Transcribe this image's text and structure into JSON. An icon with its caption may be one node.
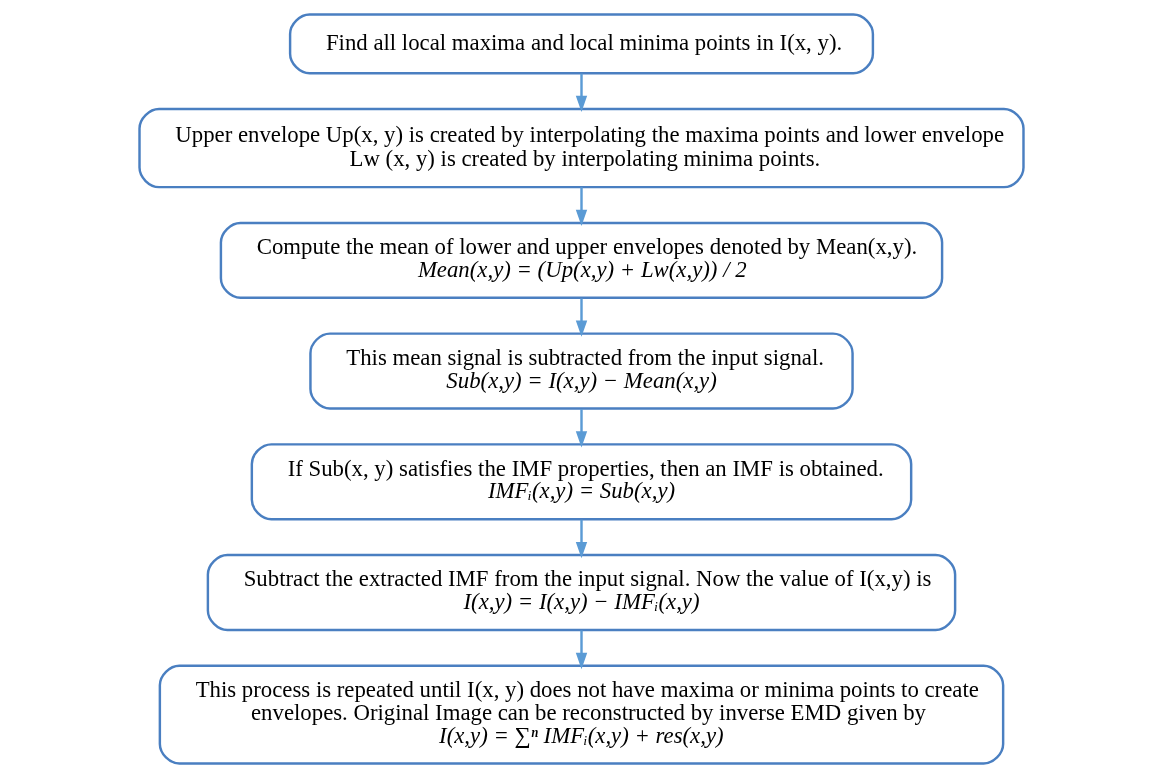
{
  "diagram": {
    "nodes": [
      {
        "text": [
          "Find all local maxima and local minima points in I(x, y)."
        ]
      },
      {
        "text": [
          "Upper envelope Up(x, y) is created by interpolating the maxima points and lower envelope Lw (x, y) is created by interpolating minima points."
        ]
      },
      {
        "text": [
          "Compute the mean of lower and upper envelopes denoted by Mean(x,y).",
          "Mean(x,y) = (Up(x,y) + Lw(x,y)) / 2"
        ]
      },
      {
        "text": [
          "This mean signal is subtracted from the input signal.",
          "Sub(x,y) = I(x,y) − Mean(x,y)"
        ]
      },
      {
        "text": [
          "If Sub(x, y) satisfies the IMF properties, then an IMF is obtained.",
          "IMFᵢ(x,y) = Sub(x,y)"
        ]
      },
      {
        "text": [
          "Subtract the extracted IMF from the input signal. Now the value of I(x,y) is",
          "I(x,y) = I(x,y) − IMFᵢ(x,y)"
        ]
      },
      {
        "text": [
          "This process is repeated until I(x, y) does not have maxima or minima points to create envelopes. Original Image can be reconstructed by inverse EMD given by",
          "I(x,y) = ∑ⁿ IMFᵢ(x,y) + res(x,y)"
        ]
      }
    ],
    "edges": [
      {
        "from": 0,
        "to": 1,
        "arrow": "to"
      },
      {
        "from": 1,
        "to": 2,
        "arrow": "to"
      },
      {
        "from": 2,
        "to": 3,
        "arrow": "to"
      },
      {
        "from": 3,
        "to": 4,
        "arrow": "to"
      },
      {
        "from": 4,
        "to": 5,
        "arrow": "to"
      },
      {
        "from": 5,
        "to": 6,
        "arrow": "to"
      }
    ]
  }
}
